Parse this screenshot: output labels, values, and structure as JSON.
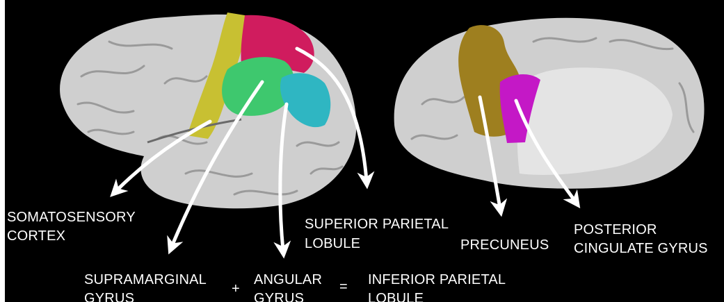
{
  "colors": {
    "background": "#000000",
    "brain": "#cfcfcf",
    "somatosensory": "#c8c032",
    "superior_parietal": "#d01c5e",
    "supramarginal": "#3ec86e",
    "angular": "#2fb6c2",
    "precuneus": "#9e7f1f",
    "posterior_cingulate": "#c418c6",
    "arrow": "#ffffff",
    "text": "#ffffff"
  },
  "labels": {
    "somatosensory_1": "SOMATOSENSORY",
    "somatosensory_2": "CORTEX",
    "superior_parietal_1": "SUPERIOR PARIETAL",
    "superior_parietal_2": "LOBULE",
    "precuneus": "PRECUNEUS",
    "posterior_cingulate_1": "POSTERIOR",
    "posterior_cingulate_2": "CINGULATE GYRUS",
    "supramarginal_1": "SUPRAMARGINAL",
    "supramarginal_2": "GYRUS",
    "plus": "+",
    "angular_1": "ANGULAR",
    "angular_2": "GYRUS",
    "equals": "=",
    "inferior_parietal_1": "INFERIOR PARIETAL",
    "inferior_parietal_2": "LOBULE"
  }
}
